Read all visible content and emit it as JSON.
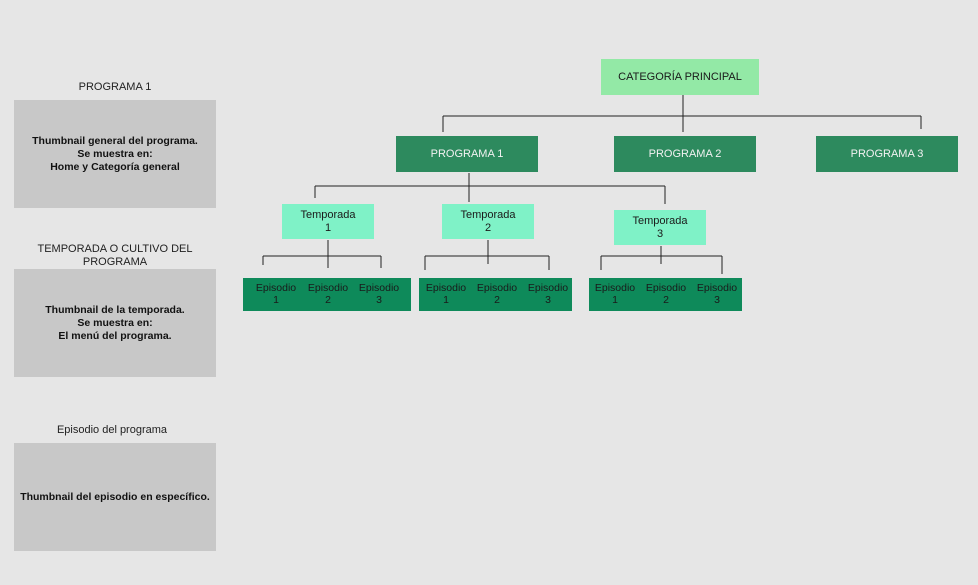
{
  "sidebar": {
    "sections": [
      {
        "title": "PROGRAMA 1",
        "box_lines": [
          "Thumbnail general del programa.",
          "Se muestra en:",
          "Home y Categoría general"
        ]
      },
      {
        "title_lines": [
          "TEMPORADA O CULTIVO DEL",
          "PROGRAMA"
        ],
        "box_lines": [
          "Thumbnail de la temporada.",
          "Se muestra en:",
          "El menú del programa."
        ]
      },
      {
        "title": "Episodio del programa",
        "box_lines": [
          "Thumbnail del episodio en específico."
        ]
      }
    ]
  },
  "tree": {
    "root": "CATEGORÍA PRINCIPAL",
    "programs": [
      "PROGRAMA 1",
      "PROGRAMA 2",
      "PROGRAMA 3"
    ],
    "seasons": [
      {
        "label": "Temporada",
        "number": "1"
      },
      {
        "label": "Temporada",
        "number": "2"
      },
      {
        "label": "Temporada",
        "number": "3"
      }
    ],
    "episode_label": "Episodio",
    "episode_numbers": [
      "1",
      "2",
      "3"
    ]
  },
  "colors": {
    "background": "#e6e6e6",
    "side_box": "#c8c8c8",
    "root_node": "#93e9a6",
    "program_node": "#2d8a5e",
    "season_node": "#7ff2c7",
    "episode_node": "#0e8a5a"
  }
}
